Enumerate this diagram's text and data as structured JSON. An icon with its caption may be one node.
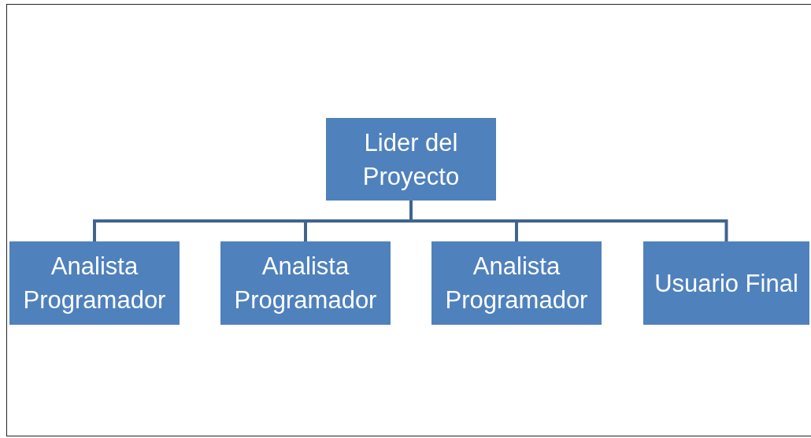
{
  "diagram": {
    "nodes": [
      {
        "text": [
          "Lider del Proyecto"
        ]
      },
      {
        "text": [
          "Analista Programador"
        ]
      },
      {
        "text": [
          "Analista Programador"
        ]
      },
      {
        "text": [
          "Analista Programador"
        ]
      },
      {
        "text": [
          "Usuario Final"
        ]
      }
    ],
    "edges": [
      {
        "from": 0,
        "to": 1,
        "arrow": "none"
      },
      {
        "from": 0,
        "to": 2,
        "arrow": "none"
      },
      {
        "from": 0,
        "to": 3,
        "arrow": "none"
      },
      {
        "from": 0,
        "to": 4,
        "arrow": "none"
      }
    ]
  }
}
